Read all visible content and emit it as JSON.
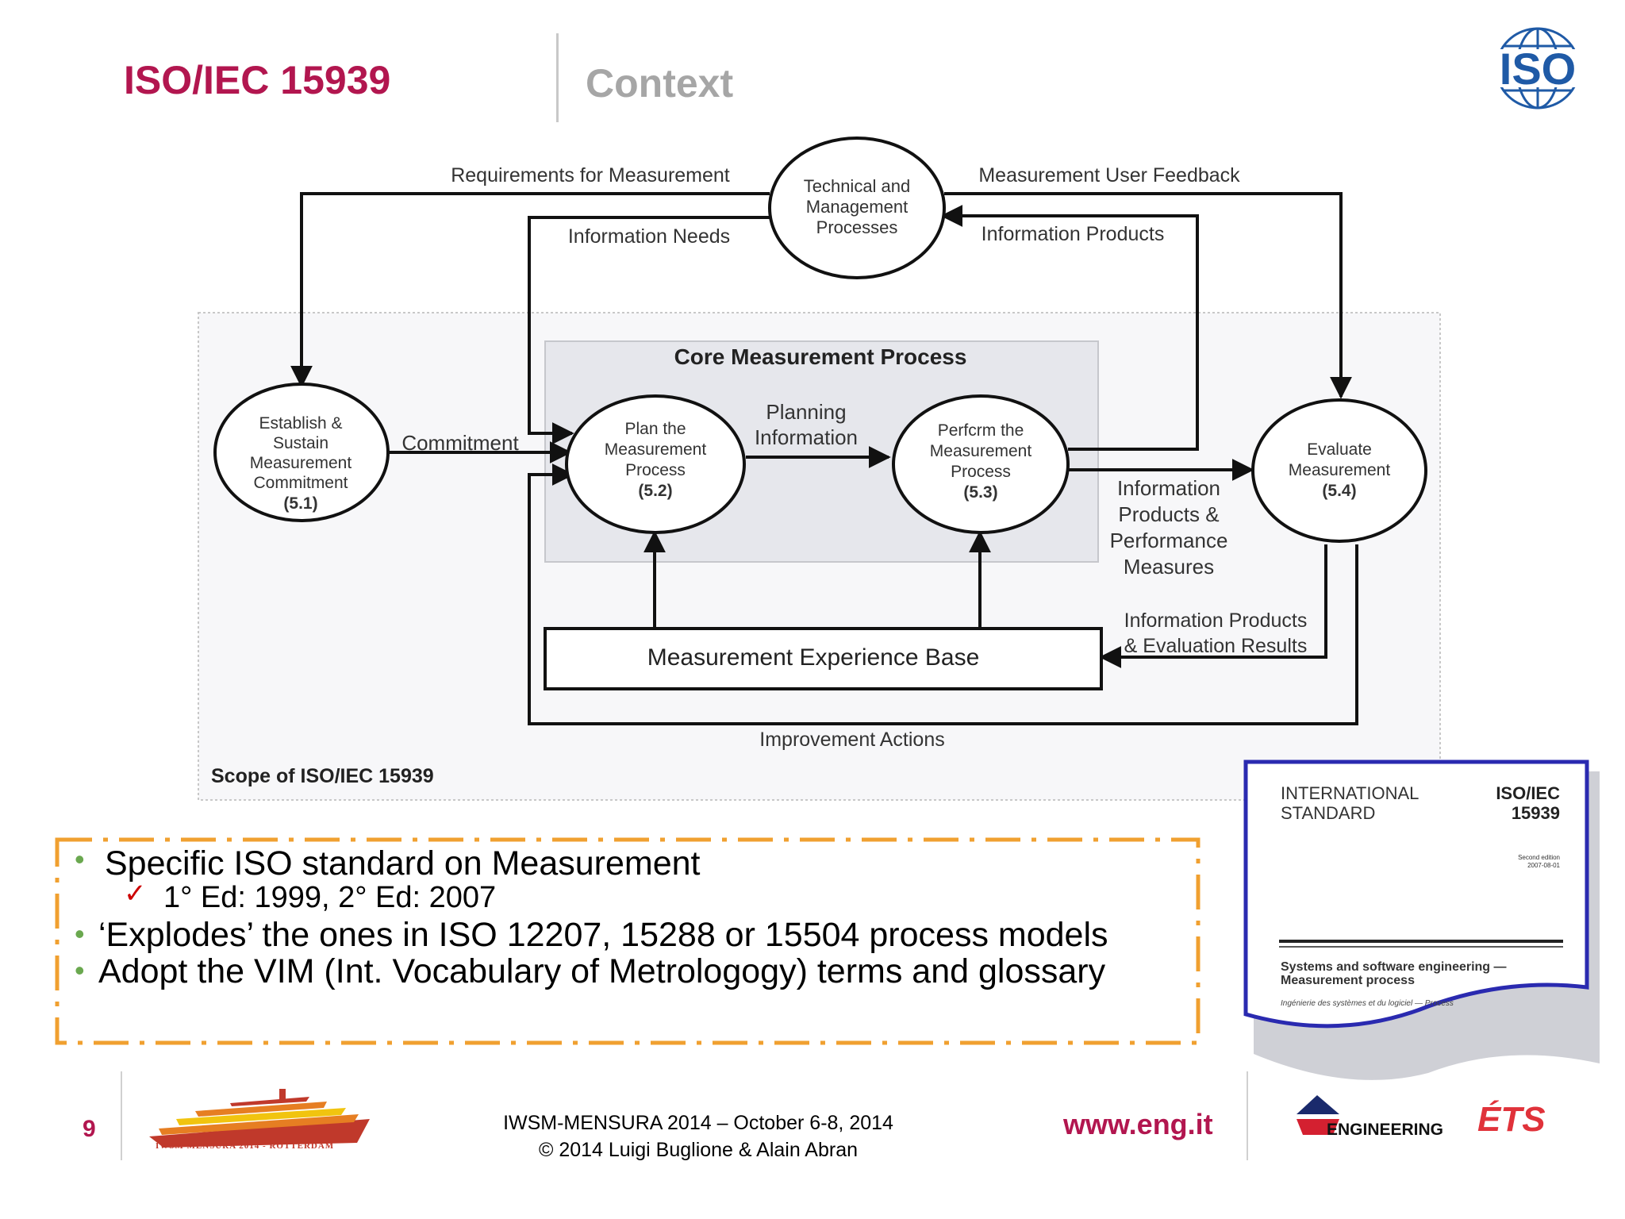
{
  "header": {
    "title": "ISO/IEC 15939",
    "section": "Context",
    "logo_text": "ISO"
  },
  "diagram": {
    "top_process": [
      "Technical and",
      "Management",
      "Processes"
    ],
    "edges": {
      "requirements": "Requirements for Measurement",
      "feedback": "Measurement User Feedback",
      "info_needs": "Information Needs",
      "info_products_top": "Information Products",
      "commitment": "Commitment",
      "planning": [
        "Planning",
        "Information"
      ],
      "info_perf": [
        "Information",
        "Products &",
        "Performance",
        "Measures"
      ],
      "info_eval": [
        "Information Products",
        "& Evaluation Results"
      ],
      "improvement": "Improvement Actions"
    },
    "core_title": "Core Measurement Process",
    "scope_label": "Scope of ISO/IEC 15939",
    "experience_base": "Measurement Experience Base",
    "processes": {
      "establish": {
        "lines": [
          "Establish &",
          "Sustain",
          "Measurement",
          "Commitment"
        ],
        "num": "(5.1)"
      },
      "plan": {
        "lines": [
          "Plan the",
          "Measurement",
          "Process"
        ],
        "num": "(5.2)"
      },
      "perform": {
        "lines": [
          "Perfcrm the",
          "Measurement",
          "Process"
        ],
        "num": "(5.3)"
      },
      "evaluate": {
        "lines": [
          "Evaluate",
          "Measurement"
        ],
        "num": "(5.4)"
      }
    }
  },
  "bullets": {
    "b1": "Specific ISO standard on Measurement",
    "b1_sub": "1° Ed: 1999, 2° Ed: 2007",
    "b2": "‘Explodes’ the ones in ISO 12207, 15288 or 15504 process models",
    "b3": "Adopt the VIM (Int. Vocabulary of Metrologogy) terms and glossary",
    "bullet_char": "•",
    "check_char": "✓"
  },
  "doc_cover": {
    "left_line1": "INTERNATIONAL",
    "left_line2": "STANDARD",
    "right_line1": "ISO/IEC",
    "right_line2": "15939",
    "edition1": "Second edition",
    "edition2": "2007-08-01",
    "subject1": "Systems and software engineering —",
    "subject2": "Measurement process",
    "subtitle": "Ingénierie des systèmes et du logiciel — Process"
  },
  "footer": {
    "page": "9",
    "conf_line1": "IWSM-MENSURA 2014 – October 6-8, 2014",
    "conf_line2": "© 2014 Luigi Buglione & Alain Abran",
    "url": "www.eng.it",
    "ship_caption": "IWSM MENSURA 2014 - ROTTERDAM",
    "eng_label": "ENGINEERING",
    "ets_label": "ÉTS"
  }
}
